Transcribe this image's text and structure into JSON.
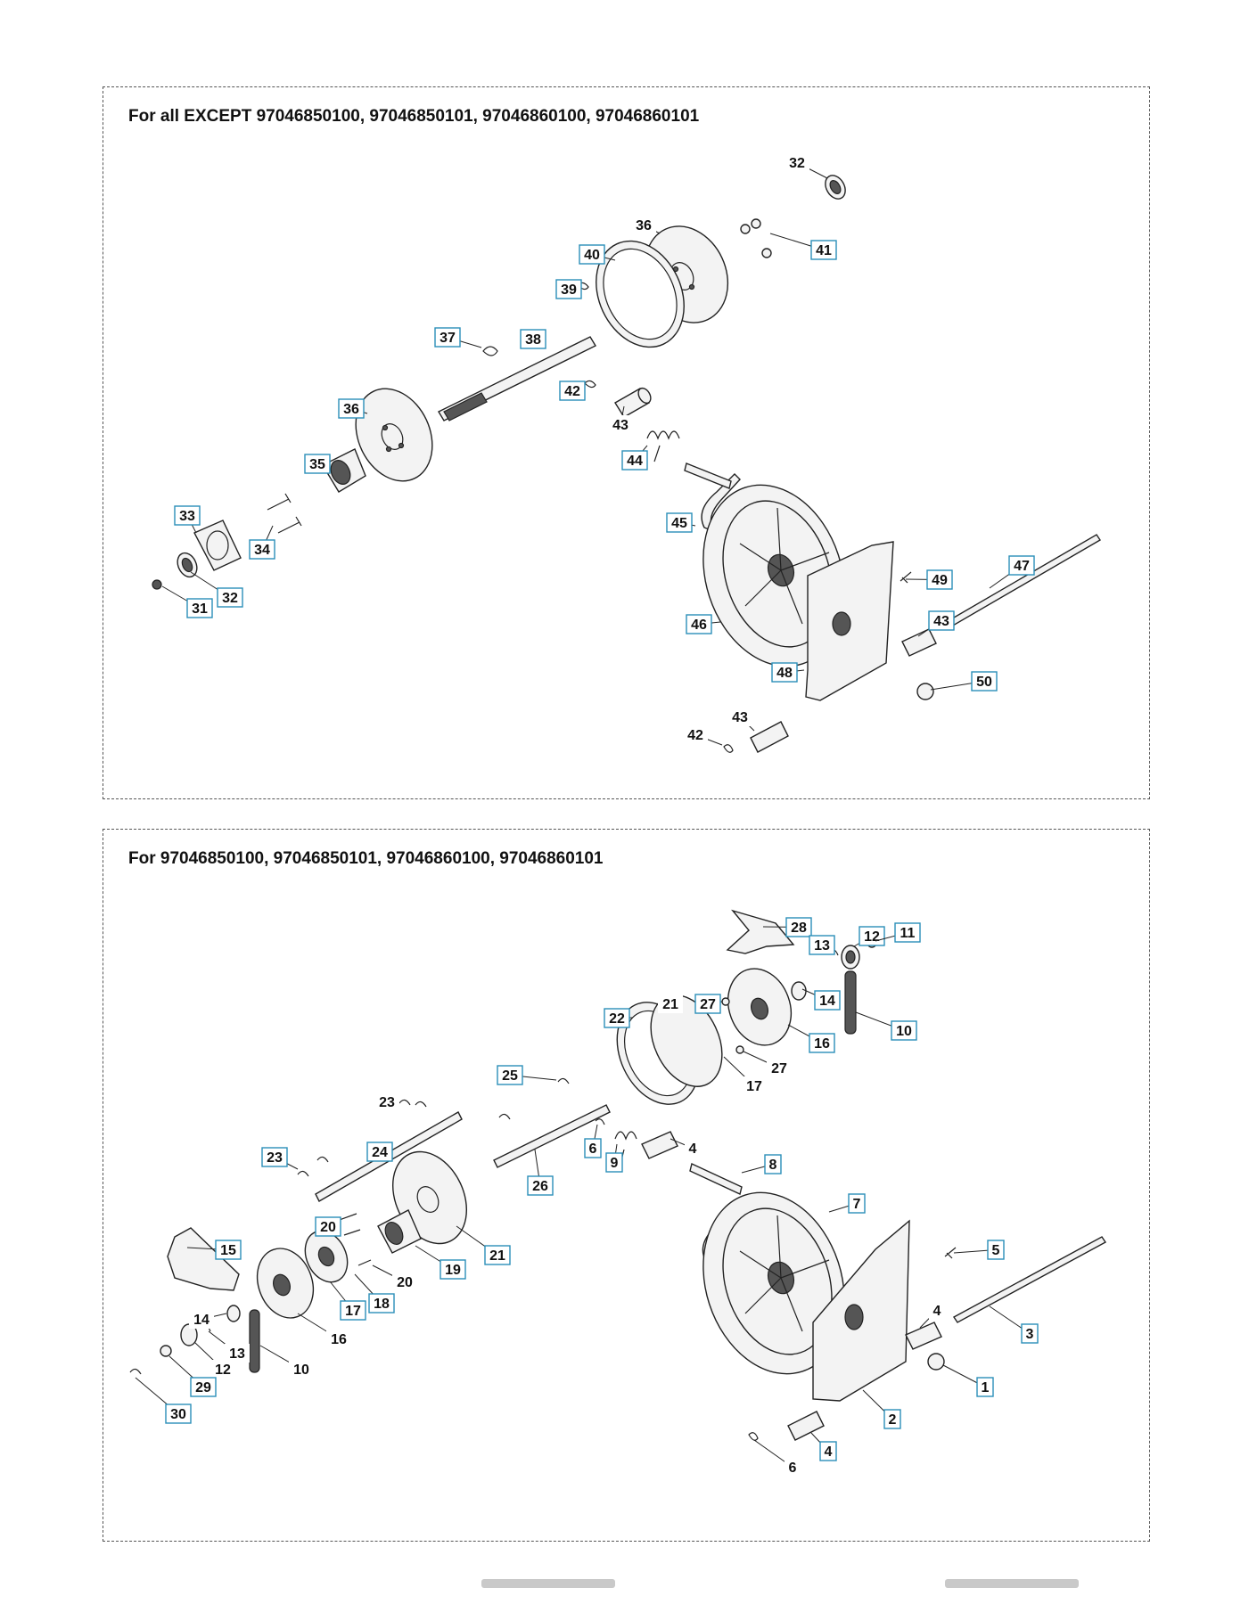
{
  "panel_top": {
    "title": "For all EXCEPT 97046850100, 97046850101, 97046860100, 97046860101",
    "callouts": [
      {
        "id": "c32a",
        "label": "32",
        "boxed": false
      },
      {
        "id": "c36a",
        "label": "36",
        "boxed": false
      },
      {
        "id": "c40",
        "label": "40",
        "boxed": true
      },
      {
        "id": "c41",
        "label": "41",
        "boxed": true
      },
      {
        "id": "c39",
        "label": "39",
        "boxed": true
      },
      {
        "id": "c37",
        "label": "37",
        "boxed": true
      },
      {
        "id": "c38",
        "label": "38",
        "boxed": true
      },
      {
        "id": "c42a",
        "label": "42",
        "boxed": true
      },
      {
        "id": "c43a",
        "label": "43",
        "boxed": false
      },
      {
        "id": "c36b",
        "label": "36",
        "boxed": true
      },
      {
        "id": "c44",
        "label": "44",
        "boxed": true
      },
      {
        "id": "c35",
        "label": "35",
        "boxed": true
      },
      {
        "id": "c45",
        "label": "45",
        "boxed": true
      },
      {
        "id": "c33",
        "label": "33",
        "boxed": true
      },
      {
        "id": "c34",
        "label": "34",
        "boxed": true
      },
      {
        "id": "c49",
        "label": "49",
        "boxed": true
      },
      {
        "id": "c47",
        "label": "47",
        "boxed": true
      },
      {
        "id": "c32b",
        "label": "32",
        "boxed": true
      },
      {
        "id": "c31",
        "label": "31",
        "boxed": true
      },
      {
        "id": "c46",
        "label": "46",
        "boxed": true
      },
      {
        "id": "c43b",
        "label": "43",
        "boxed": true
      },
      {
        "id": "c48",
        "label": "48",
        "boxed": true
      },
      {
        "id": "c50",
        "label": "50",
        "boxed": true
      },
      {
        "id": "c43c",
        "label": "43",
        "boxed": false
      },
      {
        "id": "c42b",
        "label": "42",
        "boxed": false
      }
    ]
  },
  "panel_bottom": {
    "title": "For 97046850100, 97046850101, 97046860100, 97046860101",
    "callouts": [
      {
        "id": "d28",
        "label": "28",
        "boxed": true
      },
      {
        "id": "d13a",
        "label": "13",
        "boxed": true
      },
      {
        "id": "d12a",
        "label": "12",
        "boxed": true
      },
      {
        "id": "d11",
        "label": "11",
        "boxed": true
      },
      {
        "id": "d21a",
        "label": "21",
        "boxed": false
      },
      {
        "id": "d27a",
        "label": "27",
        "boxed": true
      },
      {
        "id": "d14a",
        "label": "14",
        "boxed": true
      },
      {
        "id": "d22",
        "label": "22",
        "boxed": true
      },
      {
        "id": "d10a",
        "label": "10",
        "boxed": true
      },
      {
        "id": "d16a",
        "label": "16",
        "boxed": true
      },
      {
        "id": "d27b",
        "label": "27",
        "boxed": false
      },
      {
        "id": "d17a",
        "label": "17",
        "boxed": false
      },
      {
        "id": "d25",
        "label": "25",
        "boxed": true
      },
      {
        "id": "d23a",
        "label": "23",
        "boxed": false
      },
      {
        "id": "d6a",
        "label": "6",
        "boxed": true
      },
      {
        "id": "d4a",
        "label": "4",
        "boxed": false
      },
      {
        "id": "d23b",
        "label": "23",
        "boxed": true
      },
      {
        "id": "d24",
        "label": "24",
        "boxed": true
      },
      {
        "id": "d9",
        "label": "9",
        "boxed": true
      },
      {
        "id": "d26",
        "label": "26",
        "boxed": true
      },
      {
        "id": "d8",
        "label": "8",
        "boxed": true
      },
      {
        "id": "d7",
        "label": "7",
        "boxed": true
      },
      {
        "id": "d20a",
        "label": "20",
        "boxed": true
      },
      {
        "id": "d15",
        "label": "15",
        "boxed": true
      },
      {
        "id": "d21b",
        "label": "21",
        "boxed": true
      },
      {
        "id": "d19",
        "label": "19",
        "boxed": true
      },
      {
        "id": "d5",
        "label": "5",
        "boxed": true
      },
      {
        "id": "d20b",
        "label": "20",
        "boxed": false
      },
      {
        "id": "d17b",
        "label": "17",
        "boxed": true
      },
      {
        "id": "d18",
        "label": "18",
        "boxed": true
      },
      {
        "id": "d4b",
        "label": "4",
        "boxed": false
      },
      {
        "id": "d14b",
        "label": "14",
        "boxed": false
      },
      {
        "id": "d16b",
        "label": "16",
        "boxed": false
      },
      {
        "id": "d3",
        "label": "3",
        "boxed": true
      },
      {
        "id": "d13b",
        "label": "13",
        "boxed": false
      },
      {
        "id": "d12b",
        "label": "12",
        "boxed": false
      },
      {
        "id": "d10b",
        "label": "10",
        "boxed": false
      },
      {
        "id": "d1",
        "label": "1",
        "boxed": true
      },
      {
        "id": "d29",
        "label": "29",
        "boxed": true
      },
      {
        "id": "d2",
        "label": "2",
        "boxed": true
      },
      {
        "id": "d30",
        "label": "30",
        "boxed": true
      },
      {
        "id": "d4c",
        "label": "4",
        "boxed": true
      },
      {
        "id": "d6b",
        "label": "6",
        "boxed": false
      }
    ]
  }
}
